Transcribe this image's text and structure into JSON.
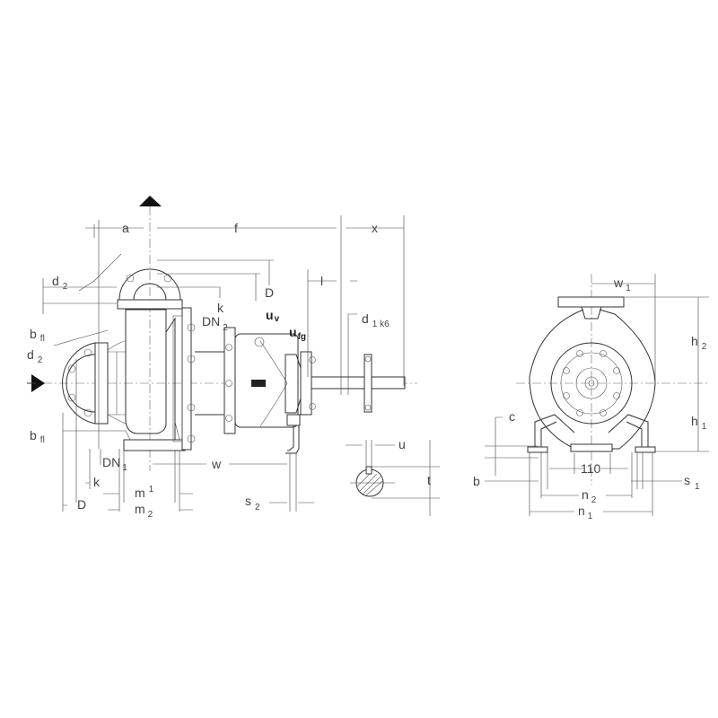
{
  "drawing": {
    "side_view": {
      "labels": {
        "a": {
          "main": "a"
        },
        "f": {
          "main": "f"
        },
        "x": {
          "main": "x"
        },
        "d2_top": {
          "main": "d",
          "sub": "2"
        },
        "k_top": {
          "main": "k"
        },
        "D_top": {
          "main": "D"
        },
        "l": {
          "main": "l"
        },
        "DN2": {
          "main": "DN",
          "sub": "2"
        },
        "uv": {
          "main": "u",
          "sub": "v"
        },
        "ufg": {
          "main": "u",
          "sub": "fg"
        },
        "d1k6": {
          "main": "d",
          "sub": "1 k6"
        },
        "bfl_top": {
          "main": "b",
          "sub": "fl"
        },
        "d2_side": {
          "main": "d",
          "sub": "2"
        },
        "bfl_bottom": {
          "main": "b",
          "sub": "fl"
        },
        "DN1": {
          "main": "DN",
          "sub": "1"
        },
        "w": {
          "main": "w"
        },
        "k_bottom": {
          "main": "k"
        },
        "D_bottom": {
          "main": "D"
        },
        "m1": {
          "main": "m",
          "sub": "1"
        },
        "m2": {
          "main": "m",
          "sub": "2"
        },
        "s2": {
          "main": "s",
          "sub": "2"
        }
      }
    },
    "shaft_key_detail": {
      "labels": {
        "u": {
          "main": "u"
        },
        "t": {
          "main": "t"
        }
      }
    },
    "front_view": {
      "labels": {
        "w1": {
          "main": "w",
          "sub": "1"
        },
        "h2": {
          "main": "h",
          "sub": "2"
        },
        "h1": {
          "main": "h",
          "sub": "1"
        },
        "c": {
          "main": "c"
        },
        "b": {
          "main": "b"
        },
        "s1": {
          "main": "s",
          "sub": "1"
        },
        "n1": {
          "main": "n",
          "sub": "1"
        },
        "n2": {
          "main": "n",
          "sub": "2"
        },
        "dim110": {
          "main": "110"
        }
      }
    }
  }
}
